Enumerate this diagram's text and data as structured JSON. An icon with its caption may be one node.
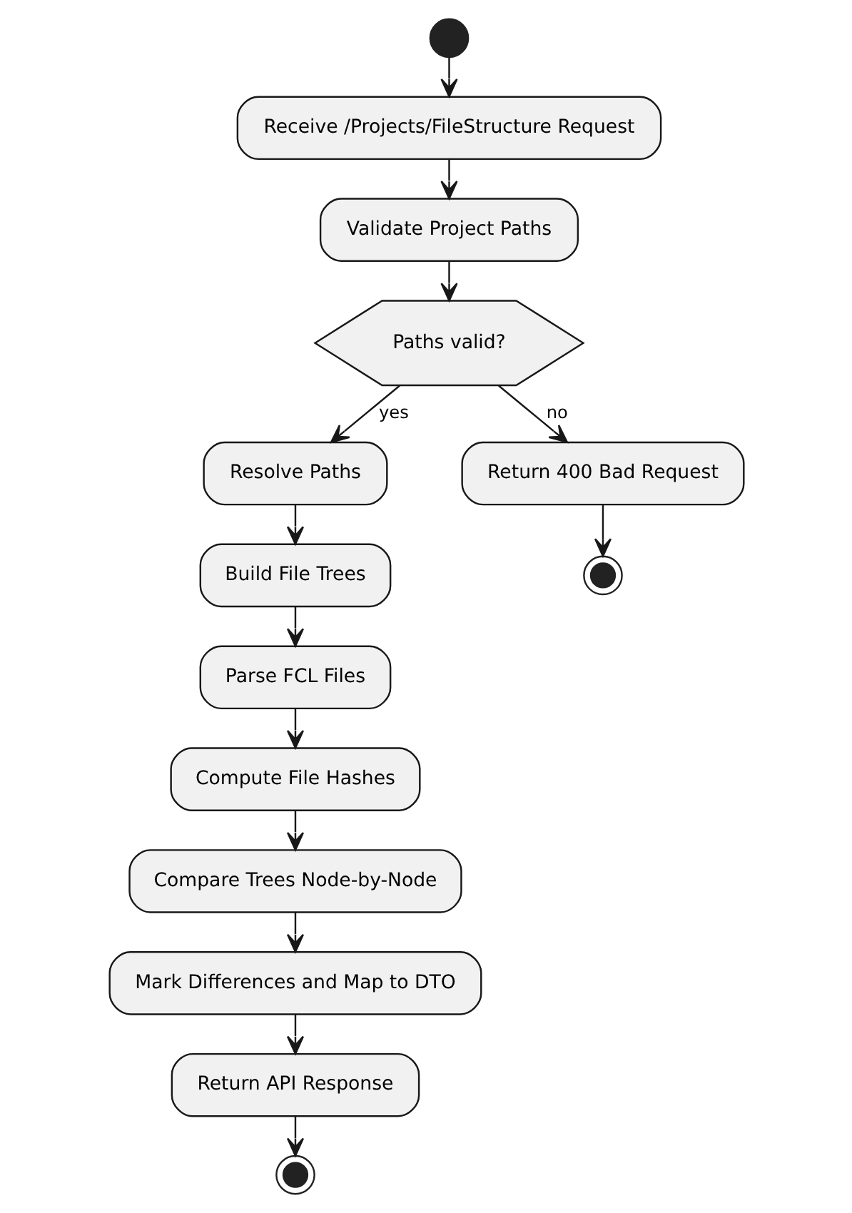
{
  "diagram": {
    "nodes": [
      {
        "text": [],
        "shape": "circle"
      },
      {
        "text": [
          "Receive /Projects/FileStructure Request"
        ]
      },
      {
        "text": [
          "Validate Project Paths"
        ]
      },
      {
        "text": [
          "Paths valid?"
        ]
      },
      {
        "text": [
          "Resolve Paths"
        ]
      },
      {
        "text": [
          "Return 400 Bad Request"
        ]
      },
      {
        "text": [],
        "shape": "bullseye"
      },
      {
        "text": [
          "Build File Trees"
        ]
      },
      {
        "text": [
          "Parse FCL Files"
        ]
      },
      {
        "text": [
          "Compute File Hashes"
        ]
      },
      {
        "text": [
          "Compare Trees Node-by-Node"
        ]
      },
      {
        "text": [
          "Mark Differences and Map to DTO"
        ]
      },
      {
        "text": [
          "Return API Response"
        ]
      },
      {
        "text": [],
        "shape": "bullseye"
      }
    ],
    "edges": [
      {
        "from": 0,
        "to": 1,
        "arrow": "to"
      },
      {
        "from": 1,
        "to": 2,
        "arrow": "to"
      },
      {
        "from": 2,
        "to": 3,
        "arrow": "to"
      },
      {
        "from": 3,
        "to": 4,
        "arrow": "to",
        "label": "yes"
      },
      {
        "from": 3,
        "to": 5,
        "arrow": "to",
        "label": "no"
      },
      {
        "from": 5,
        "to": 6,
        "arrow": "to"
      },
      {
        "from": 4,
        "to": 7,
        "arrow": "to"
      },
      {
        "from": 7,
        "to": 8,
        "arrow": "to"
      },
      {
        "from": 8,
        "to": 9,
        "arrow": "to"
      },
      {
        "from": 9,
        "to": 10,
        "arrow": "to"
      },
      {
        "from": 10,
        "to": 11,
        "arrow": "to"
      },
      {
        "from": 11,
        "to": 12,
        "arrow": "to"
      },
      {
        "from": 12,
        "to": 13,
        "arrow": "to"
      }
    ]
  }
}
